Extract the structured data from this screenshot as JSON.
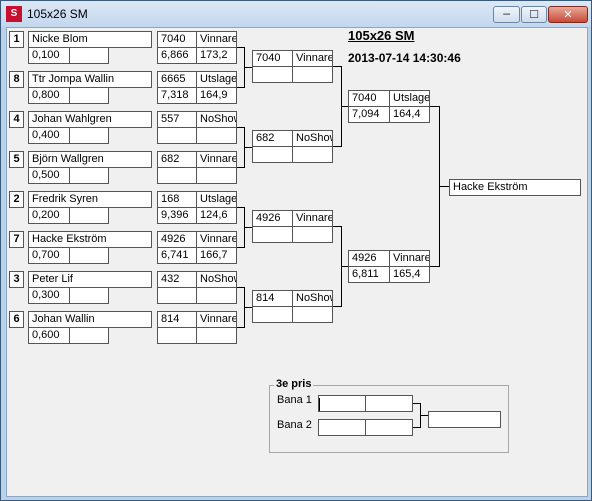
{
  "window": {
    "title": "105x26 SM",
    "icon": "app-icon",
    "min": "─",
    "max": "☐",
    "close": "✕"
  },
  "header": {
    "title": "105x26 SM",
    "datetime": "2013-07-14 14:30:46"
  },
  "players": [
    {
      "seed": "1",
      "name": "Nicke Blom",
      "score": "0,100"
    },
    {
      "seed": "8",
      "name": "Ttr Jompa Wallin",
      "score": "0,800"
    },
    {
      "seed": "4",
      "name": "Johan Wahlgren",
      "score": "0,400"
    },
    {
      "seed": "5",
      "name": "Björn Wallgren",
      "score": "0,500"
    },
    {
      "seed": "2",
      "name": "Fredrik Syren",
      "score": "0,200"
    },
    {
      "seed": "7",
      "name": "Hacke Ekström",
      "score": "0,700"
    },
    {
      "seed": "3",
      "name": "Peter Lif",
      "score": "0,300"
    },
    {
      "seed": "6",
      "name": "Johan Wallin",
      "score": "0,600"
    }
  ],
  "round1": [
    {
      "num": "7040",
      "result": "Vinnare",
      "time": "6,866",
      "speed": "173,2"
    },
    {
      "num": "6665",
      "result": "Utslagen",
      "time": "7,318",
      "speed": "164,9"
    },
    {
      "num": "557",
      "result": "NoShow",
      "time": "",
      "speed": ""
    },
    {
      "num": "682",
      "result": "Vinnare",
      "time": "",
      "speed": ""
    },
    {
      "num": "168",
      "result": "Utslagen",
      "time": "9,396",
      "speed": "124,6"
    },
    {
      "num": "4926",
      "result": "Vinnare",
      "time": "6,741",
      "speed": "166,7"
    },
    {
      "num": "432",
      "result": "NoShow",
      "time": "",
      "speed": ""
    },
    {
      "num": "814",
      "result": "Vinnare",
      "time": "",
      "speed": ""
    }
  ],
  "round2": [
    {
      "num": "7040",
      "result": "Vinnare"
    },
    {
      "num": "682",
      "result": "NoShow"
    },
    {
      "num": "4926",
      "result": "Vinnare"
    },
    {
      "num": "814",
      "result": "NoShow"
    }
  ],
  "semis": [
    {
      "num": "7040",
      "result": "Utslagen",
      "time": "7,094",
      "speed": "164,4"
    },
    {
      "num": "4926",
      "result": "Vinnare",
      "time": "6,811",
      "speed": "165,4"
    }
  ],
  "final": {
    "winner": "Hacke Ekström"
  },
  "third": {
    "legend": "3e pris",
    "lane1": "Bana 1",
    "lane2": "Bana 2"
  }
}
